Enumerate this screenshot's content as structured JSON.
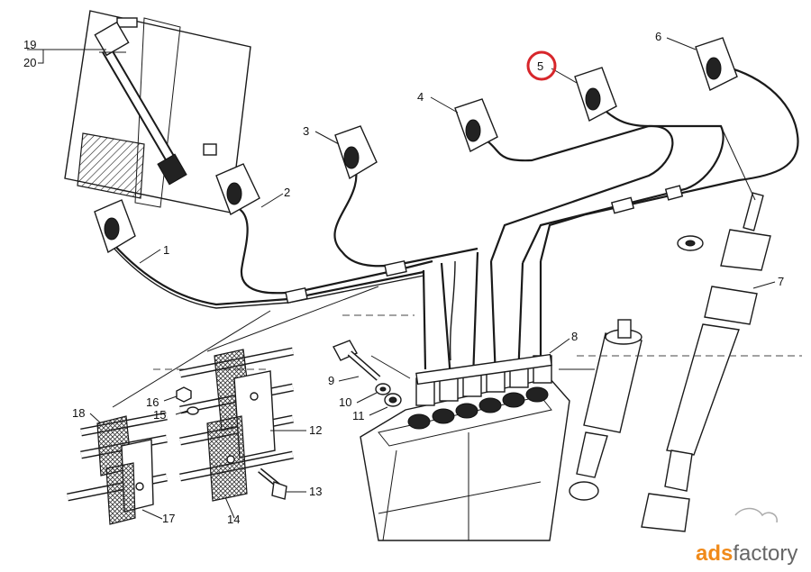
{
  "labels": {
    "l1": "1",
    "l2": "2",
    "l3": "3",
    "l4": "4",
    "l5": "5",
    "l6": "6",
    "l7": "7",
    "l8": "8",
    "l9": "9",
    "l10": "10",
    "l11": "11",
    "l12": "12",
    "l13": "13",
    "l14": "14",
    "l15": "15",
    "l16": "16",
    "l17": "17",
    "l18": "18",
    "l19": "19",
    "l20": "20"
  },
  "highlight": {
    "label": "5",
    "color": "#d7262b"
  },
  "watermark": {
    "brand_part1": "ads",
    "brand_part2": "factory",
    "brand_color": "#f08a1a"
  },
  "colors": {
    "ink": "#1a1a1a",
    "paper": "#ffffff"
  }
}
